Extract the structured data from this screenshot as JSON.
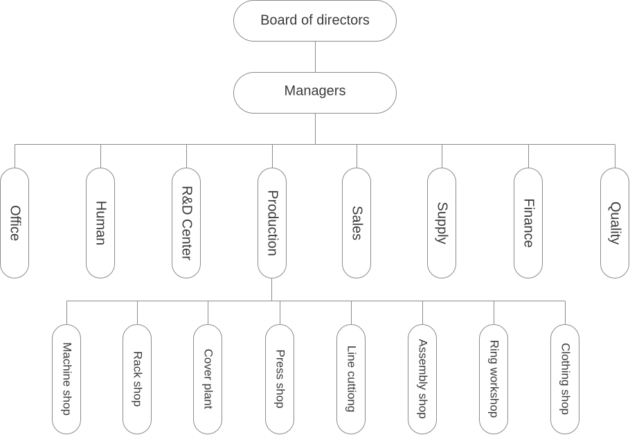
{
  "top": {
    "board": "Board of directors",
    "managers": "Managers"
  },
  "departments": [
    "Office",
    "Human",
    "R&D Center",
    "Production",
    "Sales",
    "Supply",
    "Finance",
    "Quality"
  ],
  "production_units": [
    "Machine shop",
    "Rack shop",
    "Cover plant",
    "Press shop",
    "Line cuttiong",
    "Assembly shop",
    "Ring workshop",
    "Clothing shop"
  ],
  "colors": {
    "stroke": "#8a8a8a",
    "text": "#3a3a3a",
    "fill": "#ffffff"
  }
}
